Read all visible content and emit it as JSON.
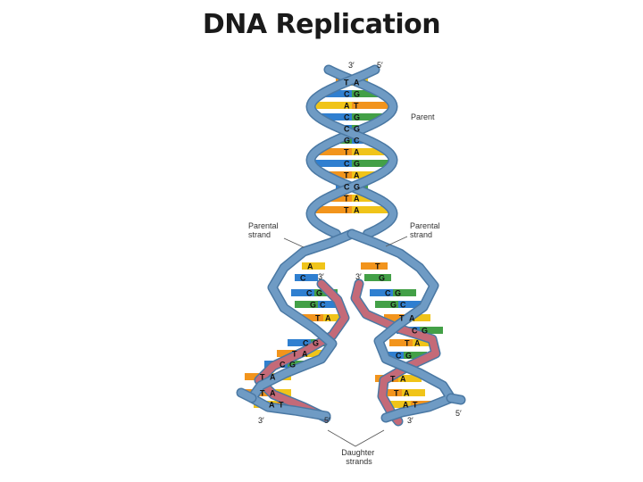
{
  "title": "DNA Replication",
  "labels": {
    "parent": "Parent",
    "parental_strand_left": "Parental\nstrand",
    "parental_strand_right": "Parental\nstrand",
    "daughter_strands": "Daughter\nstrands"
  },
  "ends": {
    "top_left": "3′",
    "top_right": "5′",
    "fork_left": "3′",
    "fork_right": "3′",
    "bottom_left_3": "3′",
    "bottom_left_5": "5′",
    "bottom_right_3": "3′",
    "bottom_right_5": "5′"
  },
  "colors": {
    "backbone": "#6f9bc4",
    "backbone_dark": "#4a78a3",
    "daughter": "#c46a78",
    "A": "#f0c419",
    "T": "#f2941c",
    "C": "#2f7fd0",
    "G": "#43a047"
  },
  "base_pairs": {
    "parent": [
      "TA",
      "CG",
      "AT",
      "CG",
      "CG",
      "GC",
      "TA",
      "CG",
      "TA",
      "CG",
      "TA",
      "TA"
    ],
    "left_fork": [
      "A",
      "C"
    ],
    "right_fork": [
      "T",
      "G"
    ],
    "left_daughter": [
      "CG",
      "GC",
      "TA",
      "CG",
      "TA",
      "CG",
      "TA",
      "TA",
      "AT"
    ],
    "right_daughter": [
      "CG",
      "GC",
      "TA",
      "CG",
      "TA",
      "CG",
      "TA",
      "TA",
      "AT"
    ]
  }
}
